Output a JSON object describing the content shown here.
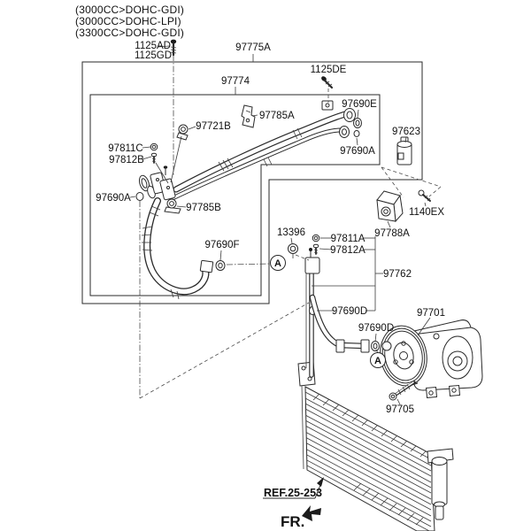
{
  "engine_variants": [
    "(3000CC>DOHC-GDI)",
    "(3000CC>DOHC-LPI)",
    "(3300CC>DOHC-GDI)"
  ],
  "detail_marker": "A",
  "parts": {
    "bolt_1125ad": "1125AD",
    "bolt_1125gd": "1125GD",
    "tube_assembly_97775a": "97775A",
    "tube_assembly_97774": "97774",
    "bolt_1125de": "1125DE",
    "oring_97690e": "97690E",
    "oring_97690a_right": "97690A",
    "valve_97623": "97623",
    "bracket_97785a": "97785A",
    "clamp_97721b": "97721B",
    "grommet_97811c": "97811C",
    "bolt_97812b": "97812B",
    "oring_97690a_left": "97690A",
    "clamp_97785b": "97785B",
    "bolt_1140ex": "1140EX",
    "expansion_valve_97788a": "97788A",
    "nut_13396": "13396",
    "grommet_97811a": "97811A",
    "bolt_97812a": "97812A",
    "oring_97690f": "97690F",
    "suction_pipe_97762": "97762",
    "oring_97690d_upper": "97690D",
    "oring_97690d_lower": "97690D",
    "compressor_97701": "97701",
    "bolt_97705": "97705"
  },
  "footer": {
    "condenser_ref": "REF.25-253",
    "front_marker": "FR."
  },
  "colors": {
    "line": "#262626",
    "text": "#111111",
    "background": "#ffffff"
  }
}
